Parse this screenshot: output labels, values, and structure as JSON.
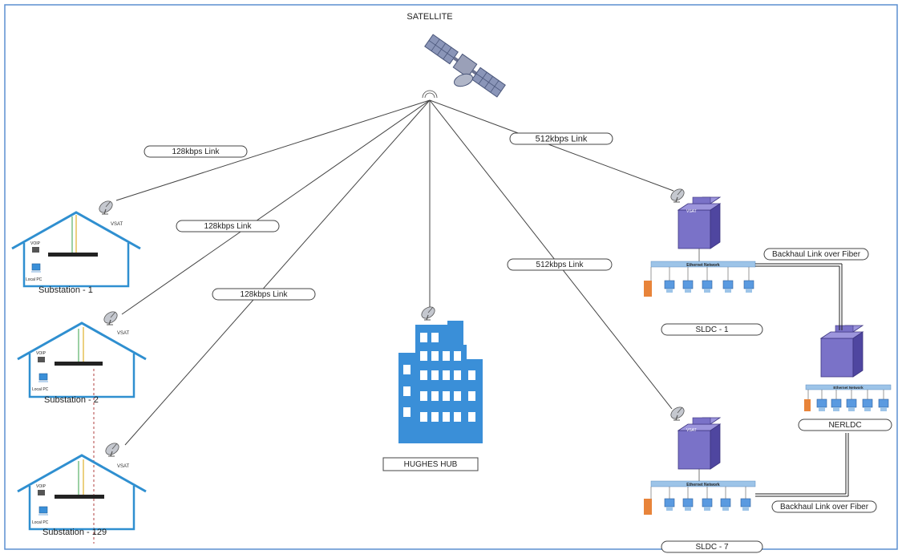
{
  "satellite": {
    "label": "SATELLITE"
  },
  "links": {
    "sub1": "128kbps Link",
    "sub2": "128kbps Link",
    "sub129": "128kbps Link",
    "sldc1_top": "512kbps Link",
    "sldc7": "512kbps Link"
  },
  "hub": {
    "label": "HUGHES HUB"
  },
  "substations": [
    {
      "name": "Substation - 1",
      "voip": "VOIP",
      "pc": "Local PC",
      "vsat": "VSAT"
    },
    {
      "name": "Substation - 2",
      "voip": "VOIP",
      "pc": "Local PC",
      "vsat": "VSAT"
    },
    {
      "name": "Substation - 129",
      "voip": "VOIP",
      "pc": "Local PC",
      "vsat": "VSAT"
    }
  ],
  "sldc": [
    {
      "name": "SLDC - 1",
      "network": "Ethernet Network",
      "vsat": "VSAT"
    },
    {
      "name": "SLDC - 7",
      "network": "Ethernet Network",
      "vsat": "VSAT"
    }
  ],
  "nerldc": {
    "name": "NERLDC",
    "network": "Ethernet Network"
  },
  "backhaul": {
    "top": "Backhaul Link over Fiber",
    "bottom": "Backhaul Link over Fiber"
  },
  "colors": {
    "frame": "#5b8fd0",
    "house": "#2f8fd0",
    "hub": "#3a8fd8",
    "sldc_building": "#7a72c8",
    "network_bar": "#9dc4e8"
  }
}
